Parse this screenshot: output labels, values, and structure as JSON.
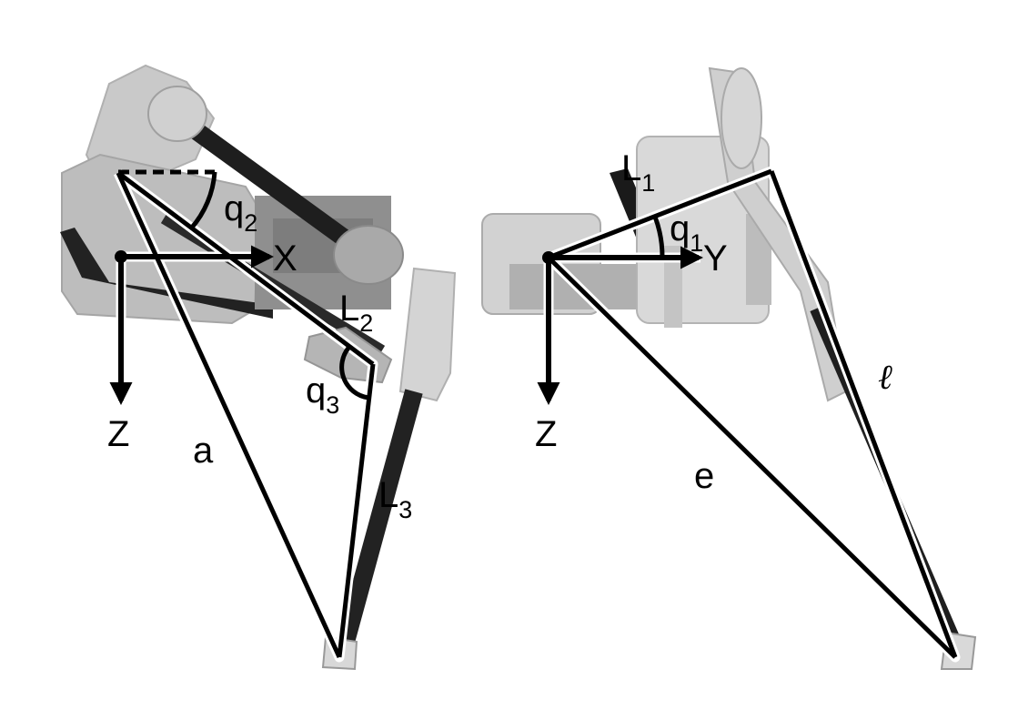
{
  "left_view": {
    "axis_x": "X",
    "axis_z": "Z",
    "angle_q2": {
      "base": "q",
      "sub": "2"
    },
    "angle_q3": {
      "base": "q",
      "sub": "3"
    },
    "link_l2": {
      "base": "L",
      "sub": "2"
    },
    "link_l3": {
      "base": "L",
      "sub": "3"
    },
    "distance_a": "a"
  },
  "right_view": {
    "axis_y": "Y",
    "axis_z": "Z",
    "angle_q1": {
      "base": "q",
      "sub": "1"
    },
    "link_l1": {
      "base": "L",
      "sub": "1"
    },
    "distance_e": "e",
    "length_l": "ℓ"
  }
}
